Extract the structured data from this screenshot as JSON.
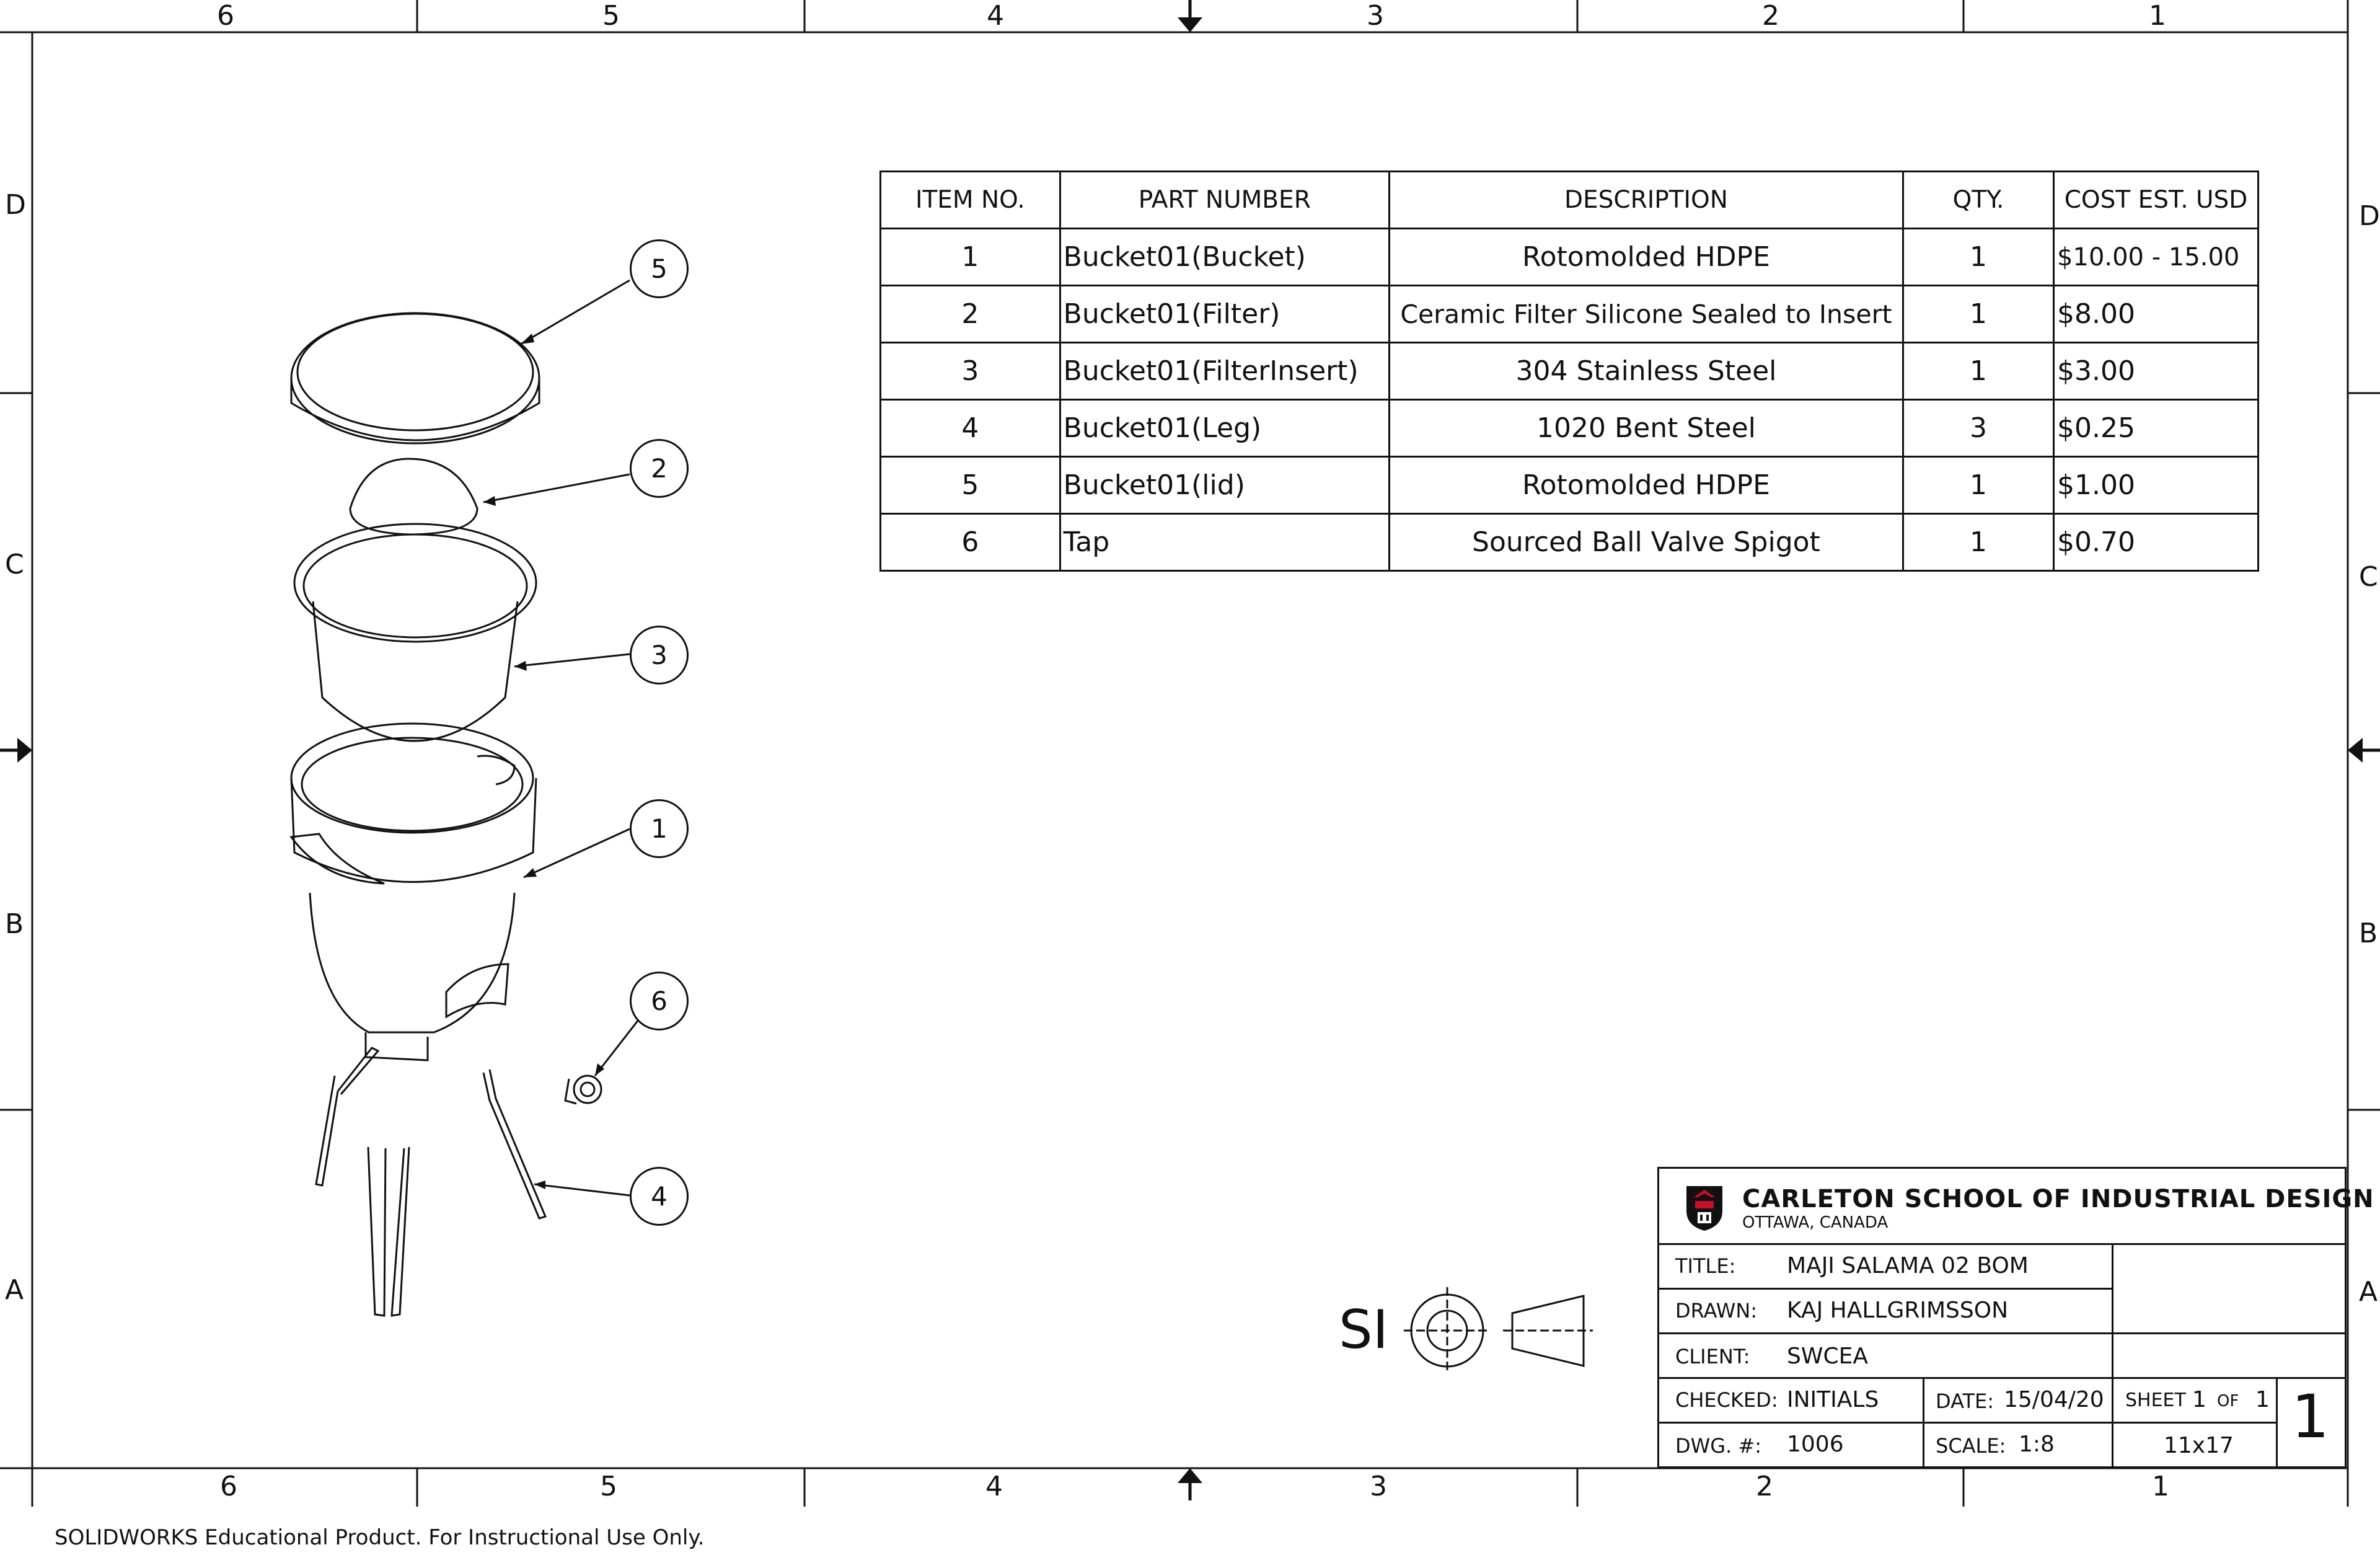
{
  "zones": {
    "columns": [
      "6",
      "5",
      "4",
      "3",
      "2",
      "1"
    ],
    "rows": [
      "D",
      "C",
      "B",
      "A"
    ]
  },
  "bom": {
    "headers": [
      "ITEM NO.",
      "PART NUMBER",
      "DESCRIPTION",
      "QTY.",
      "COST EST. USD"
    ],
    "rows": [
      {
        "item": "1",
        "part": "Bucket01(Bucket)",
        "desc": "Rotomolded HDPE",
        "qty": "1",
        "cost": "$10.00 - 15.00"
      },
      {
        "item": "2",
        "part": "Bucket01(Filter)",
        "desc": "Ceramic Filter Silicone Sealed to Insert",
        "qty": "1",
        "cost": "$8.00"
      },
      {
        "item": "3",
        "part": "Bucket01(FilterInsert)",
        "desc": "304 Stainless Steel",
        "qty": "1",
        "cost": "$3.00"
      },
      {
        "item": "4",
        "part": "Bucket01(Leg)",
        "desc": "1020 Bent Steel",
        "qty": "3",
        "cost": "$0.25"
      },
      {
        "item": "5",
        "part": "Bucket01(lid)",
        "desc": "Rotomolded HDPE",
        "qty": "1",
        "cost": "$1.00"
      },
      {
        "item": "6",
        "part": "Tap",
        "desc": "Sourced Ball Valve Spigot",
        "qty": "1",
        "cost": "$0.70"
      }
    ]
  },
  "balloons": [
    "5",
    "2",
    "3",
    "1",
    "6",
    "4"
  ],
  "projection_symbol": "SI",
  "title_block": {
    "school": "CARLETON SCHOOL OF INDUSTRIAL DESIGN",
    "location": "OTTAWA, CANADA",
    "title_label": "TITLE:",
    "title": "MAJI SALAMA 02 BOM",
    "drawn_label": "DRAWN:",
    "drawn": "KAJ HALLGRIMSSON",
    "client_label": "CLIENT:",
    "client": "SWCEA",
    "checked_label": "CHECKED:",
    "checked": "INITIALS",
    "date_label": "DATE:",
    "date": "15/04/20",
    "sheet_label": "SHEET",
    "sheet": "1",
    "of_label": "OF",
    "of": "1",
    "dwg_label": "DWG. #:",
    "dwg": "1006",
    "scale_label": "SCALE:",
    "scale": "1:8",
    "size": "11x17",
    "revision": "1"
  },
  "footer": "SOLIDWORKS Educational Product. For Instructional Use Only."
}
